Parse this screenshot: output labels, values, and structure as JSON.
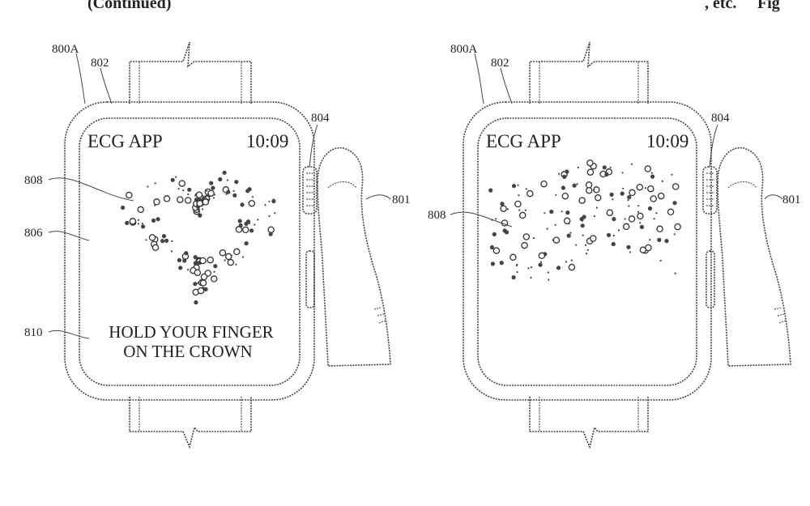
{
  "header": {
    "left_fragment": "(Continued)",
    "right_fragment": ", etc.",
    "right_bold": "Fig"
  },
  "figures": [
    {
      "app_title": "ECG APP",
      "time": "10:09",
      "prompt_line1": "HOLD YOUR FINGER",
      "prompt_line2": "ON THE CROWN",
      "labels": {
        "device": "800A",
        "housing": "802",
        "crown": "804",
        "finger": "801",
        "particles": "808",
        "display": "806",
        "prompt": "810"
      },
      "particle_shape": "heart"
    },
    {
      "app_title": "ECG APP",
      "time": "10:09",
      "labels": {
        "device": "800A",
        "housing": "802",
        "crown": "804",
        "finger": "801",
        "particles": "808"
      },
      "particle_shape": "scattered"
    }
  ],
  "colors": {
    "line": "#444444",
    "text": "#222222",
    "background": "#ffffff"
  }
}
